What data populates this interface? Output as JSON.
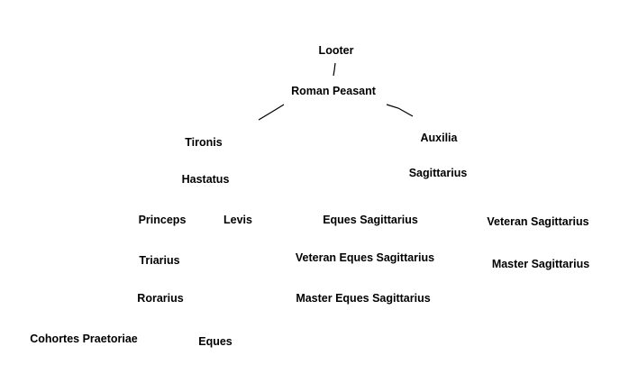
{
  "nodes": {
    "looter": "Looter",
    "roman_peasant": "Roman Peasant",
    "tironis": "Tironis",
    "auxilia": "Auxilia",
    "hastatus": "Hastatus",
    "sagittarius": "Sagittarius",
    "princeps": "Princeps",
    "levis": "Levis",
    "eques_sagittarius": "Eques Sagittarius",
    "veteran_sagittarius": "Veteran Sagittarius",
    "triarius": "Triarius",
    "veteran_eques_sagittarius": "Veteran Eques Sagittarius",
    "master_sagittarius": "Master Sagittarius",
    "rorarius": "Rorarius",
    "master_eques_sagittarius": "Master Eques Sagittarius",
    "cohortes_praetoriae": "Cohortes Praetoriae",
    "eques": "Eques"
  },
  "edges": [
    [
      "Looter",
      "Roman Peasant"
    ],
    [
      "Roman Peasant",
      "Tironis"
    ],
    [
      "Roman Peasant",
      "Auxilia"
    ]
  ]
}
